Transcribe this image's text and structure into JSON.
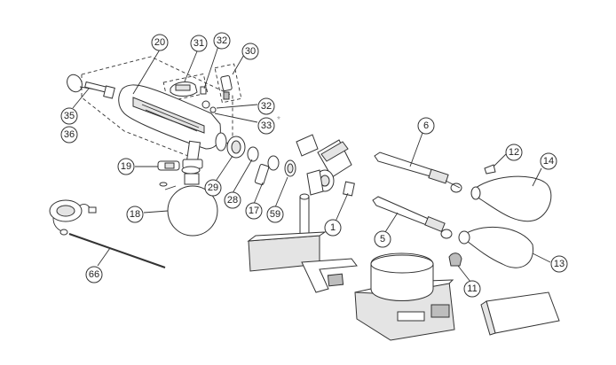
{
  "callouts": [
    "20",
    "31",
    "32",
    "30",
    "35",
    "36",
    "32",
    "33",
    "6",
    "12",
    "14",
    "19",
    "29",
    "28",
    "17",
    "59",
    "1",
    "5",
    "18",
    "13",
    "11",
    "66"
  ],
  "asterisk": "*",
  "colors": {
    "stroke": "#333333",
    "fill": "#ffffff",
    "shade": "#e4e4e4"
  }
}
